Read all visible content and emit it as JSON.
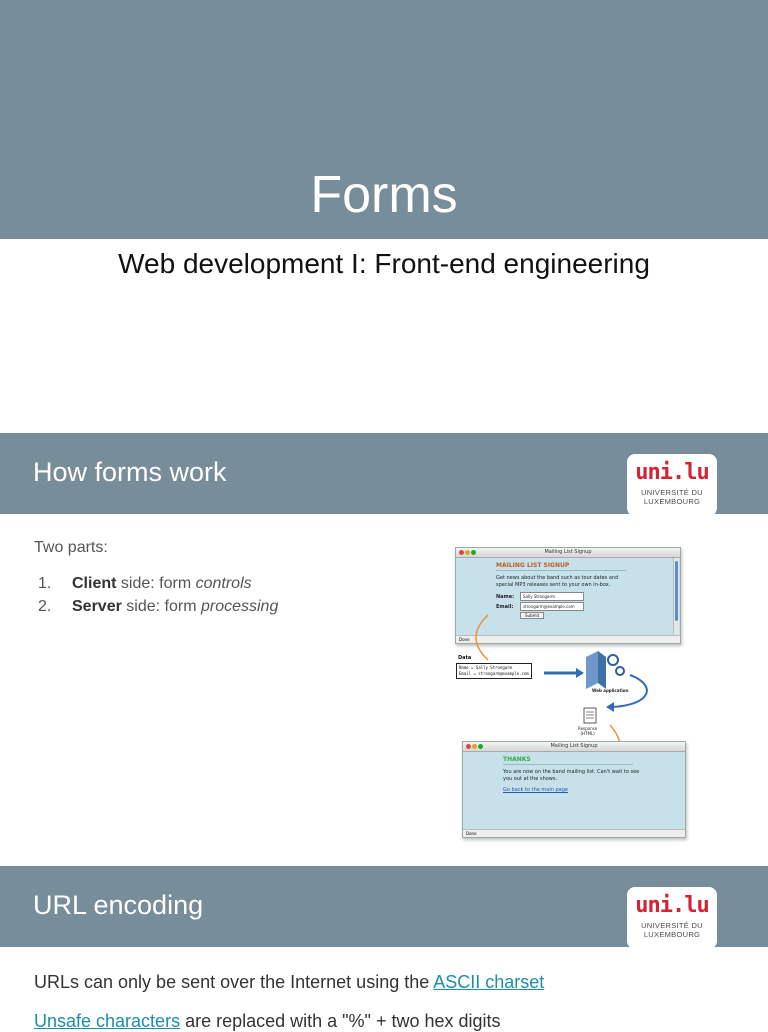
{
  "title_slide": {
    "title": "Forms",
    "subtitle": "Web development I: Front-end engineering"
  },
  "logo": {
    "mark": "uni.lu",
    "line1": "UNIVERSITÉ DU",
    "line2": "LUXEMBOURG"
  },
  "section1": {
    "heading": "How forms work",
    "intro": "Two parts:",
    "items": [
      {
        "num": "1.",
        "bold": "Client",
        "mid": " side: form ",
        "italic": "controls"
      },
      {
        "num": "2.",
        "bold": "Server",
        "mid": " side: form ",
        "italic": "processing"
      }
    ],
    "diagram": {
      "window1_title": "Mailing List Signup",
      "window1_heading": "MAILING LIST SIGNUP",
      "window1_text": "Get news about the band such as tour dates and special MP3 releases sent to your own in-box.",
      "name_label": "Name:",
      "name_value": "Sally Strongarm",
      "email_label": "Email:",
      "email_value": "strongarm@example.com",
      "submit_label": "Submit",
      "status_done": "Done",
      "data_label": "Data",
      "data_line1": "Name = Sally Strongarm",
      "data_line2": "Email = strongarm@example.com",
      "web_app_label": "Web application",
      "response_label1": "Response",
      "response_label2": "(HTML)",
      "window2_title": "Mailing List Signup",
      "window2_heading": "THANKS",
      "window2_text": "You are now on the band mailing list. Can't wait to see you out at the shows.",
      "window2_link": "Go back to the main page",
      "colors": {
        "window_bg": "#c7e1ea",
        "accent_orange": "#e8933a",
        "arrow_blue": "#2f6db5"
      }
    }
  },
  "section2": {
    "heading": "URL encoding",
    "line1_prefix": "URLs can only be sent over the Internet using the ",
    "line1_link": "ASCII charset",
    "line2_link": "Unsafe characters",
    "line2_suffix": " are replaced with a \"%\" + two hex digits"
  },
  "colors": {
    "band": "#778d99",
    "link": "#1a8fa6",
    "logo_red": "#d12536"
  }
}
